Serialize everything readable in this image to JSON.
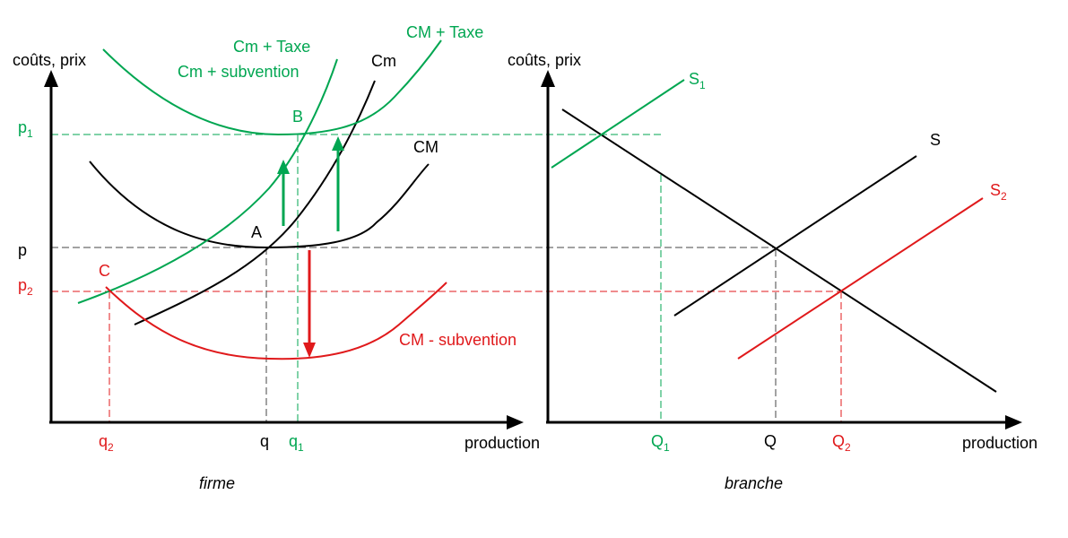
{
  "colors": {
    "black": "#000000",
    "green": "#00a651",
    "red": "#e0191b",
    "dash_black": "#444444"
  },
  "firm": {
    "y_axis_label": "coûts, prix",
    "x_axis_label": "production",
    "caption": "firme",
    "price_labels": {
      "p1": "p",
      "p1_sub": "1",
      "p": "p",
      "p2": "p",
      "p2_sub": "2"
    },
    "qty_labels": {
      "q2": "q",
      "q2_sub": "2",
      "q": "q",
      "q1": "q",
      "q1_sub": "1"
    },
    "points": {
      "A": "A",
      "B": "B",
      "C": "C"
    },
    "curves": {
      "cm": "Cm",
      "CM": "CM",
      "cm_taxe": "Cm + Taxe",
      "cm_subv": "Cm + subvention",
      "CM_taxe": "CM + Taxe",
      "CM_subv": "CM - subvention"
    }
  },
  "branch": {
    "y_axis_label": "coûts, prix",
    "x_axis_label": "production",
    "caption": "branche",
    "supply": {
      "S": "S",
      "S1": "S",
      "S1_sub": "1",
      "S2": "S",
      "S2_sub": "2"
    },
    "qty_labels": {
      "Q1": "Q",
      "Q1_sub": "1",
      "Q": "Q",
      "Q2": "Q",
      "Q2_sub": "2"
    }
  }
}
